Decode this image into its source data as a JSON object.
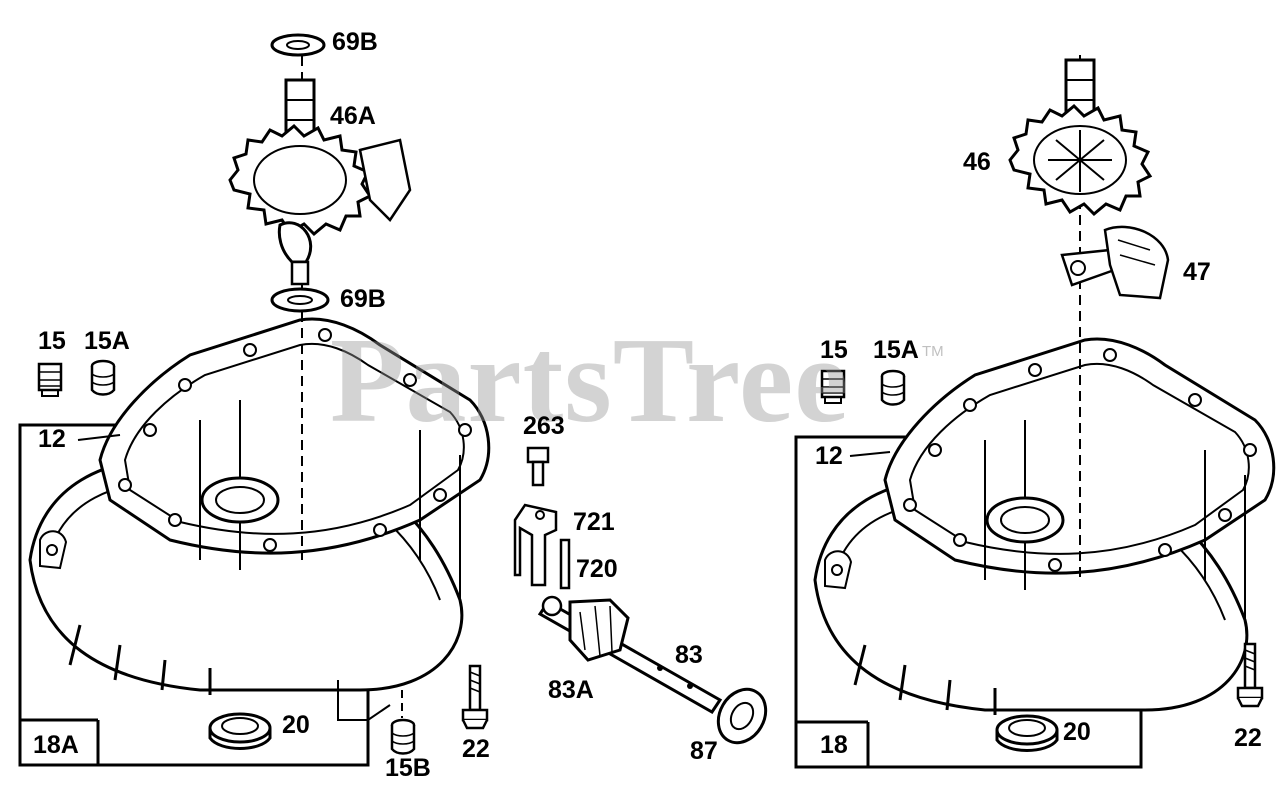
{
  "watermark": {
    "text": "PartsTree",
    "trademark": "TM"
  },
  "left_assembly": {
    "box_label": "18A",
    "labels": {
      "p69b_top": "69B",
      "p46a": "46A",
      "p69b_bottom": "69B",
      "p15": "15",
      "p15a": "15A",
      "p12": "12",
      "p20": "20",
      "p15b": "15B",
      "p22": "22"
    }
  },
  "loose_parts": {
    "labels": {
      "p263": "263",
      "p721": "721",
      "p720": "720",
      "p83": "83",
      "p83a": "83A",
      "p87": "87"
    }
  },
  "right_assembly": {
    "box_label": "18",
    "labels": {
      "p46": "46",
      "p47": "47",
      "p15": "15",
      "p15a": "15A",
      "p12": "12",
      "p20": "20",
      "p22": "22"
    }
  }
}
